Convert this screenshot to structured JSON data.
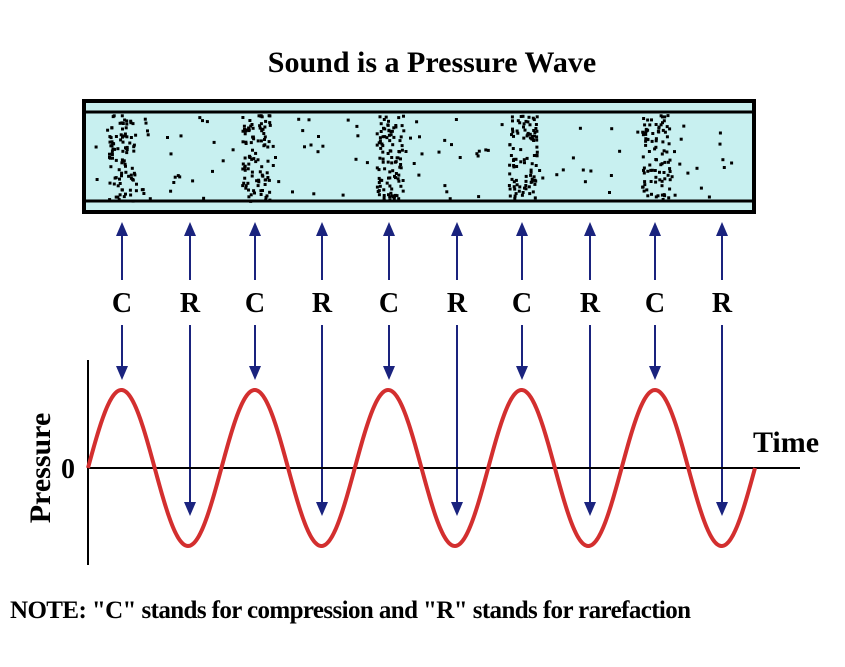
{
  "title": "Sound is a Pressure Wave",
  "labels": [
    "C",
    "R",
    "C",
    "R",
    "C",
    "R",
    "C",
    "R",
    "C",
    "R"
  ],
  "axis": {
    "y_label": "Pressure",
    "x_label": "Time",
    "zero_label": "0"
  },
  "note": "NOTE: \"C\" stands for compression and \"R\" stands for rarefaction",
  "colors": {
    "tube_fill": "#c8f0f0",
    "tube_border": "#000000",
    "arrow": "#1a237e",
    "wave": "#d32f2f",
    "axis": "#000000",
    "particle": "#000000"
  }
}
